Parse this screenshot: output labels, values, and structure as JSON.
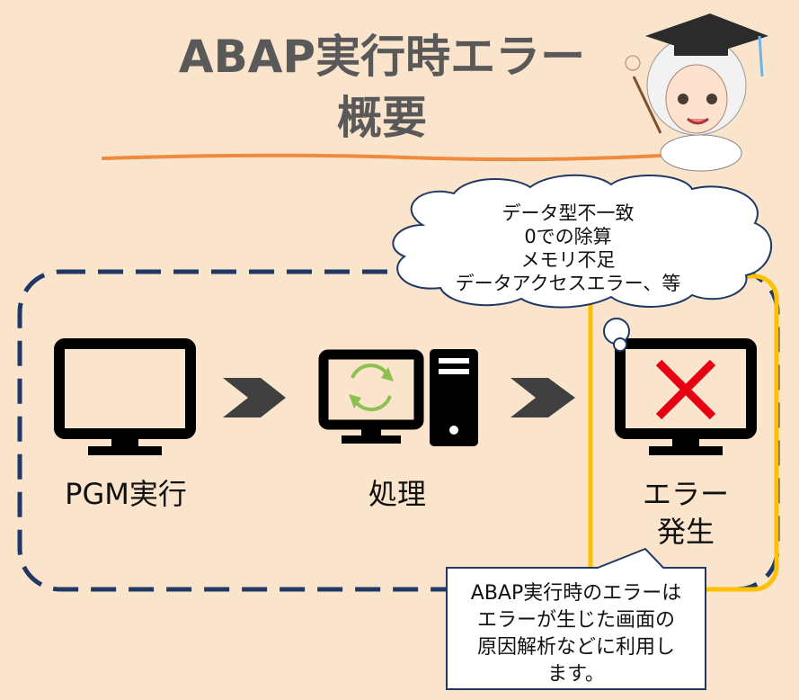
{
  "title": {
    "line1": "ABAP実行時エラー",
    "line2": "概要"
  },
  "steps": [
    {
      "label": "PGM実行",
      "icon": "monitor-icon"
    },
    {
      "label": "処理",
      "icon": "computer-processing-icon"
    },
    {
      "label_line1": "エラー",
      "label_line2": "発生",
      "icon": "monitor-error-icon"
    }
  ],
  "cloud": {
    "lines": [
      "データ型不一致",
      "0での除算",
      "メモリ不足",
      "データアクセスエラー、等"
    ]
  },
  "callout": {
    "lines": [
      "ABAP実行時のエラーは",
      "エラーが生じた画面の",
      "原因解析などに利用し",
      "ます。"
    ]
  },
  "colors": {
    "background": "#fbe4cc",
    "title": "#595959",
    "underline": "#f08a3c",
    "dashed_border": "#1f3864",
    "highlight": "#ffc000",
    "error_x": "#e60012",
    "refresh": "#8cc152"
  }
}
